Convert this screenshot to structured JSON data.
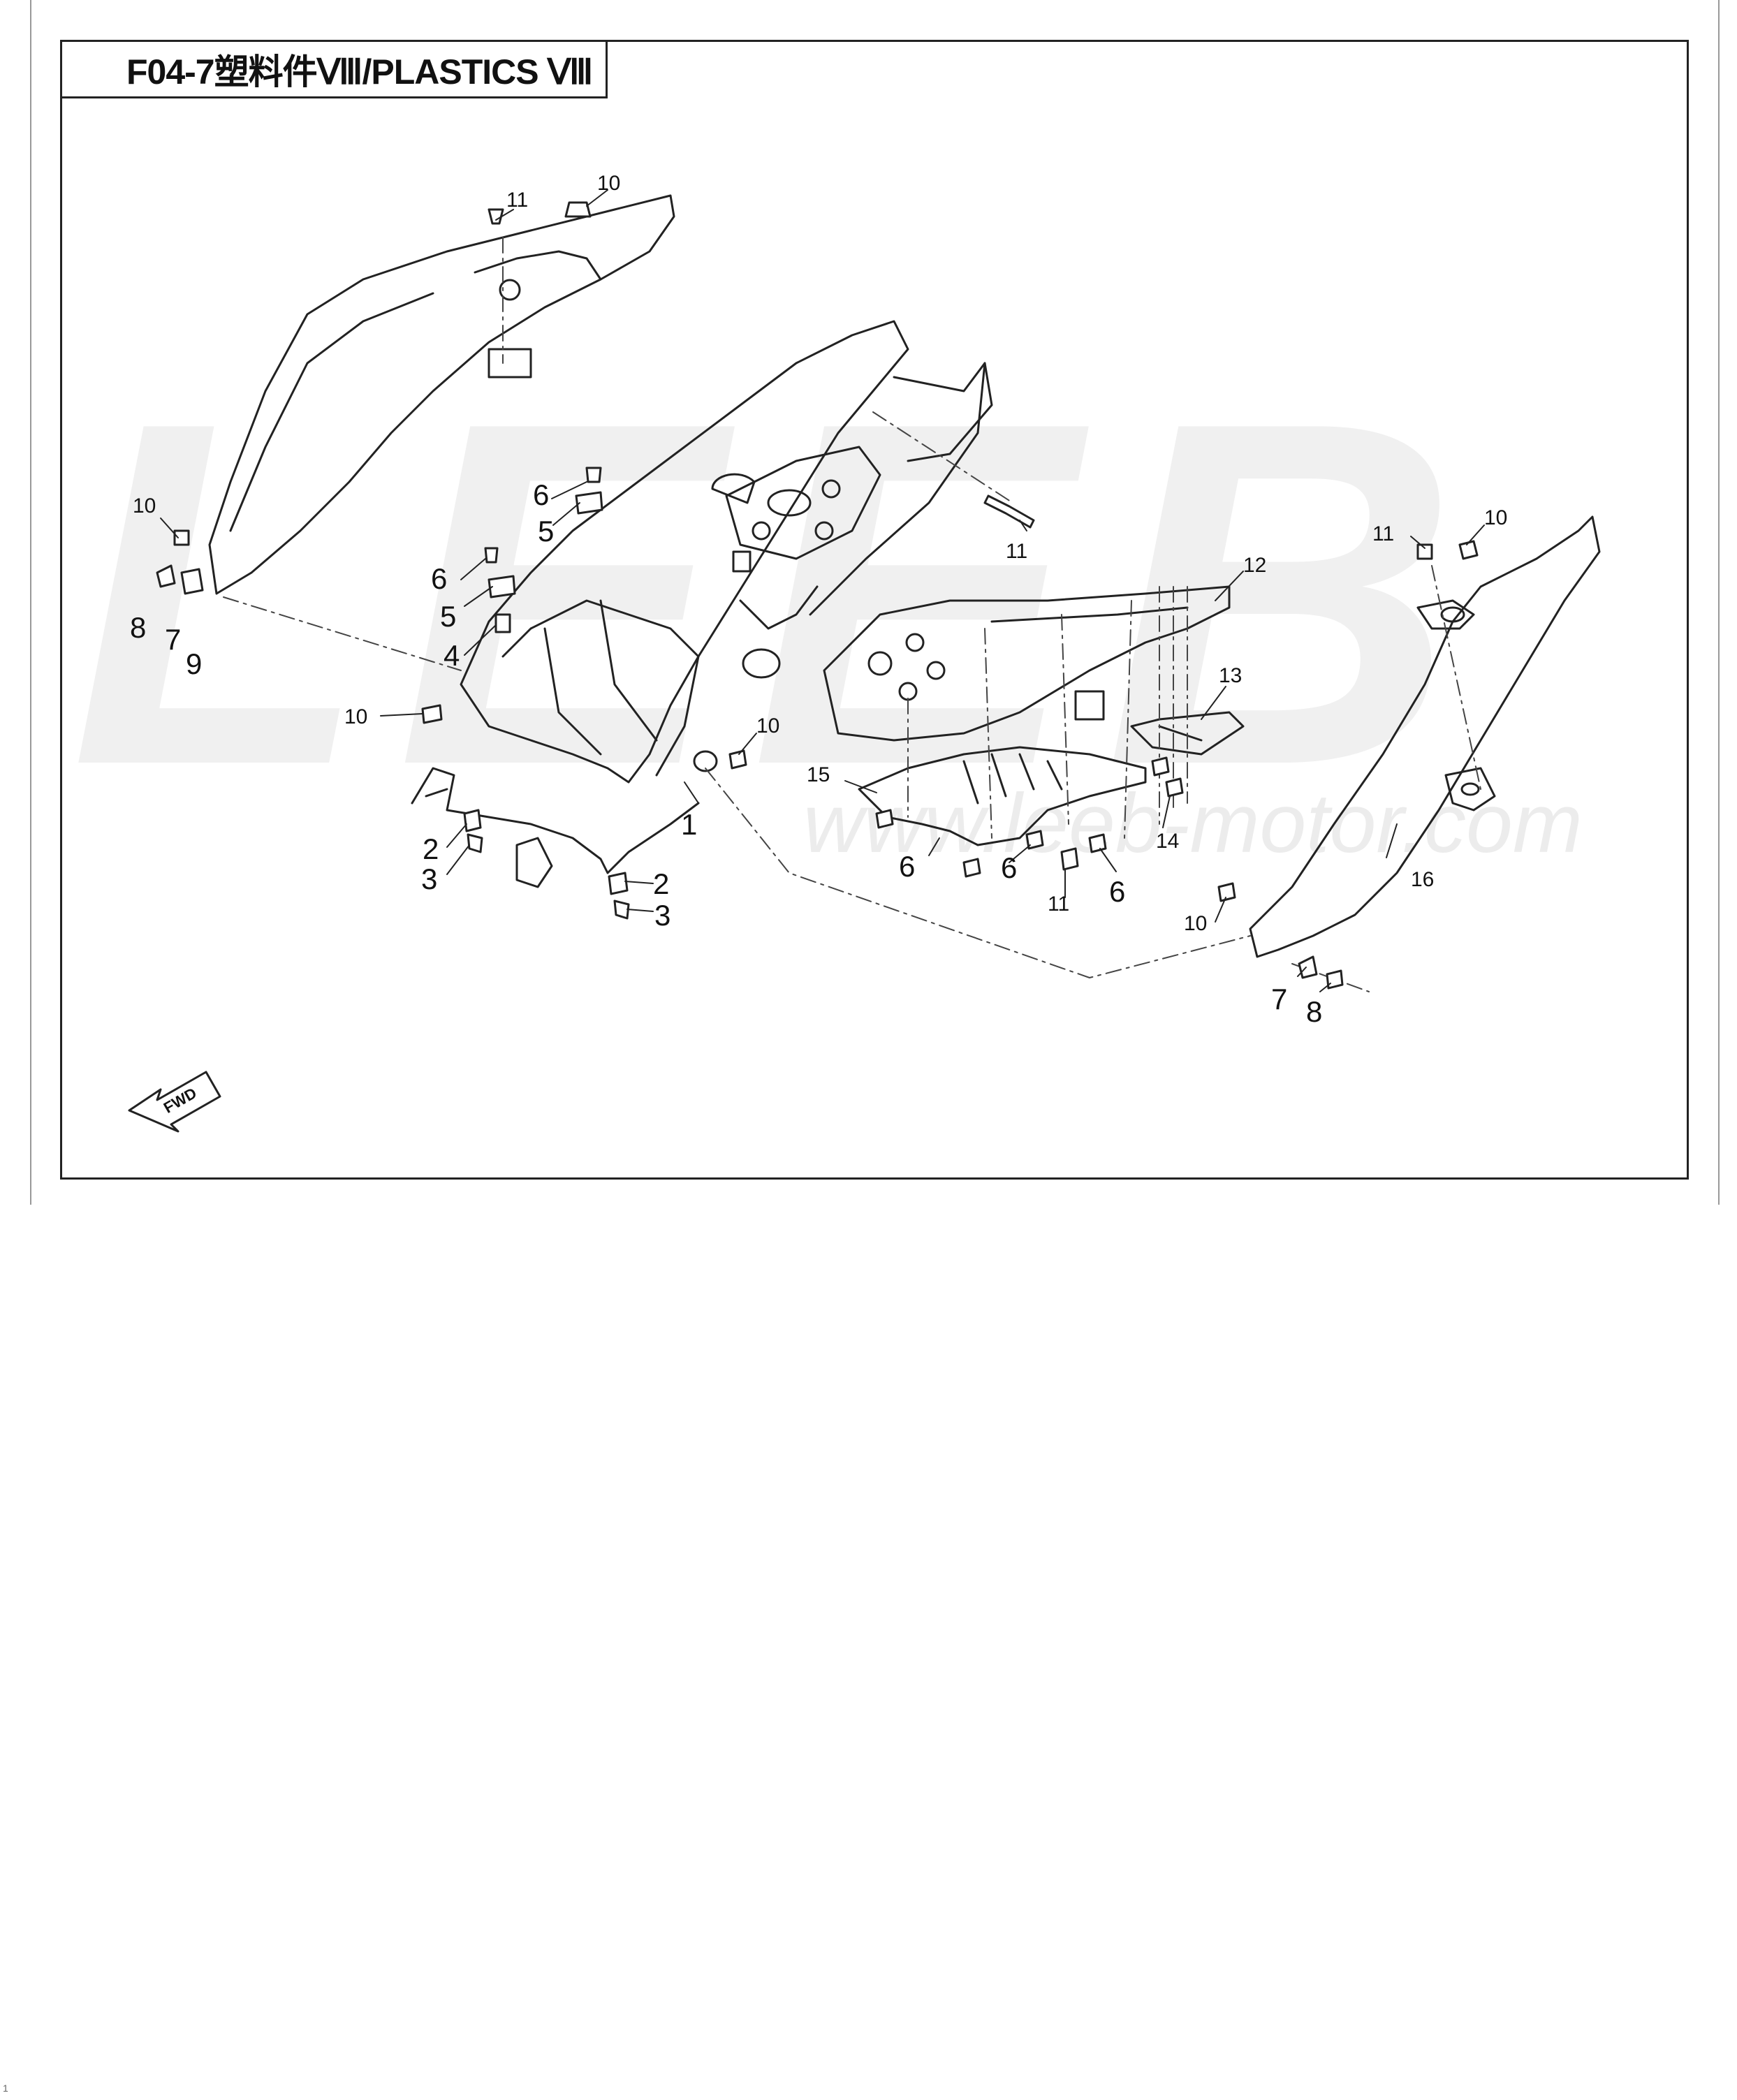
{
  "title": "F04-7塑料件Ⅷ/PLASTICS Ⅷ",
  "watermark": {
    "logo_text": "LEEB",
    "url_text": "www.leeb-motor.com"
  },
  "forward_arrow": "FWD",
  "page_number": "1",
  "callouts": {
    "c11a": "11",
    "c10a": "10",
    "c10b": "10",
    "c8a": "8",
    "c7a": "7",
    "c9a": "9",
    "c6a": "6",
    "c5a": "5",
    "c6b": "6",
    "c5b": "5",
    "c4a": "4",
    "c10c": "10",
    "c10d": "10",
    "c1a": "1",
    "c2a": "2",
    "c3a": "3",
    "c2b": "2",
    "c3b": "3",
    "c11b": "11",
    "c11c": "11",
    "c10e": "10",
    "c12a": "12",
    "c13a": "13",
    "c14a": "14",
    "c15a": "15",
    "c6c": "6",
    "c6d": "6",
    "c11d": "11",
    "c6e": "6",
    "c16a": "16",
    "c10f": "10",
    "c7b": "7",
    "c8b": "8"
  }
}
